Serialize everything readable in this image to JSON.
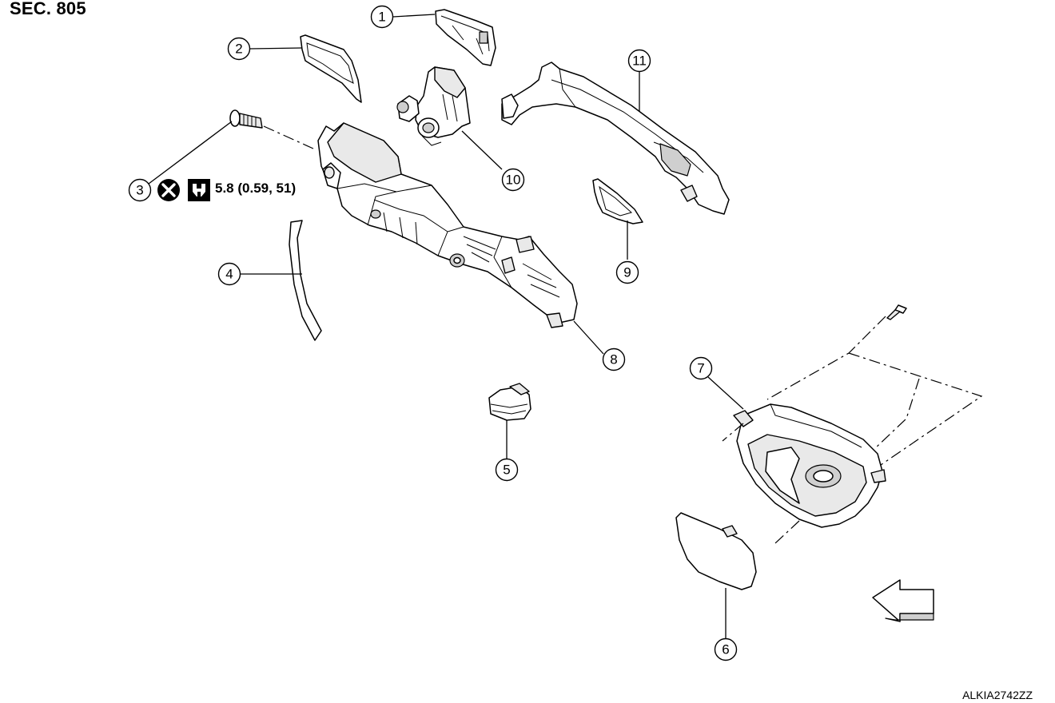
{
  "header": {
    "section": "SEC. 805"
  },
  "footer": {
    "figure_code": "ALKIA2742ZZ"
  },
  "torque": {
    "value": "5.8 (0.59, 51)"
  },
  "icons": {
    "no_reuse": "cross-circle-icon",
    "torque_wrench": "wrench-icon"
  },
  "callouts": {
    "c1": "1",
    "c2": "2",
    "c3": "3",
    "c4": "4",
    "c5": "5",
    "c6": "6",
    "c7": "7",
    "c8": "8",
    "c9": "9",
    "c10": "10",
    "c11": "11"
  }
}
